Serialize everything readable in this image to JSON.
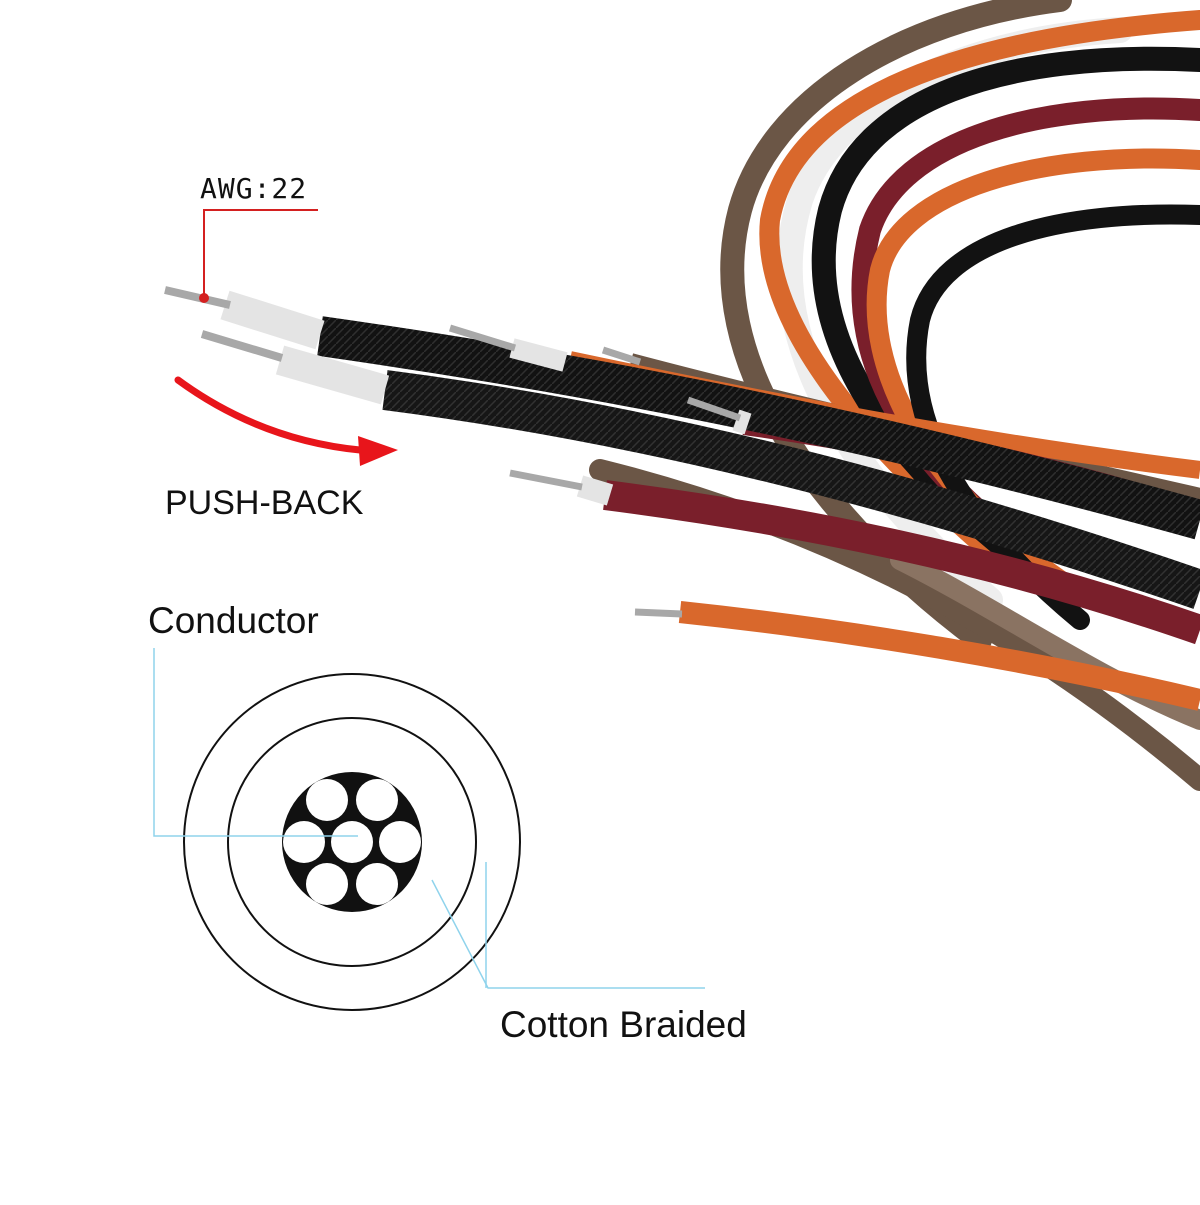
{
  "labels": {
    "awg": "AWG:22",
    "push_back": "PUSH-BACK",
    "conductor": "Conductor",
    "cotton_braided": "Cotton Braided"
  },
  "colors": {
    "black_wire": "#121212",
    "brown_wire": "#6b5646",
    "orange_wire": "#d9682c",
    "red_wire": "#7a1f2b",
    "white_wire": "#f2f2f2",
    "push_arrow": "#e8151b",
    "awg_leader": "#d42020",
    "diagram_leader": "#8fd3ec"
  }
}
